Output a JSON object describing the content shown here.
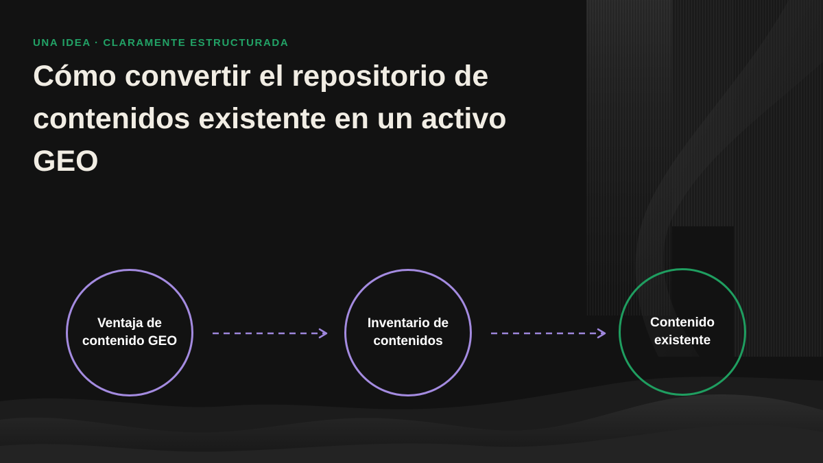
{
  "header": {
    "eyebrow": "UNA IDEA · CLARAMENTE ESTRUCTURADA",
    "title": "Cómo convertir el repositorio de contenidos existente en un activo GEO"
  },
  "flow": {
    "nodes": [
      {
        "label": "Ventaja de contenido GEO",
        "color": "#a48be0"
      },
      {
        "label": "Inventario de contenidos",
        "color": "#a48be0"
      },
      {
        "label": "Contenido existente",
        "color": "#1f9e60"
      }
    ],
    "arrow_color": "#9e86dc"
  },
  "colors": {
    "background": "#121212",
    "eyebrow": "#22a266",
    "title": "#f1ede4"
  }
}
